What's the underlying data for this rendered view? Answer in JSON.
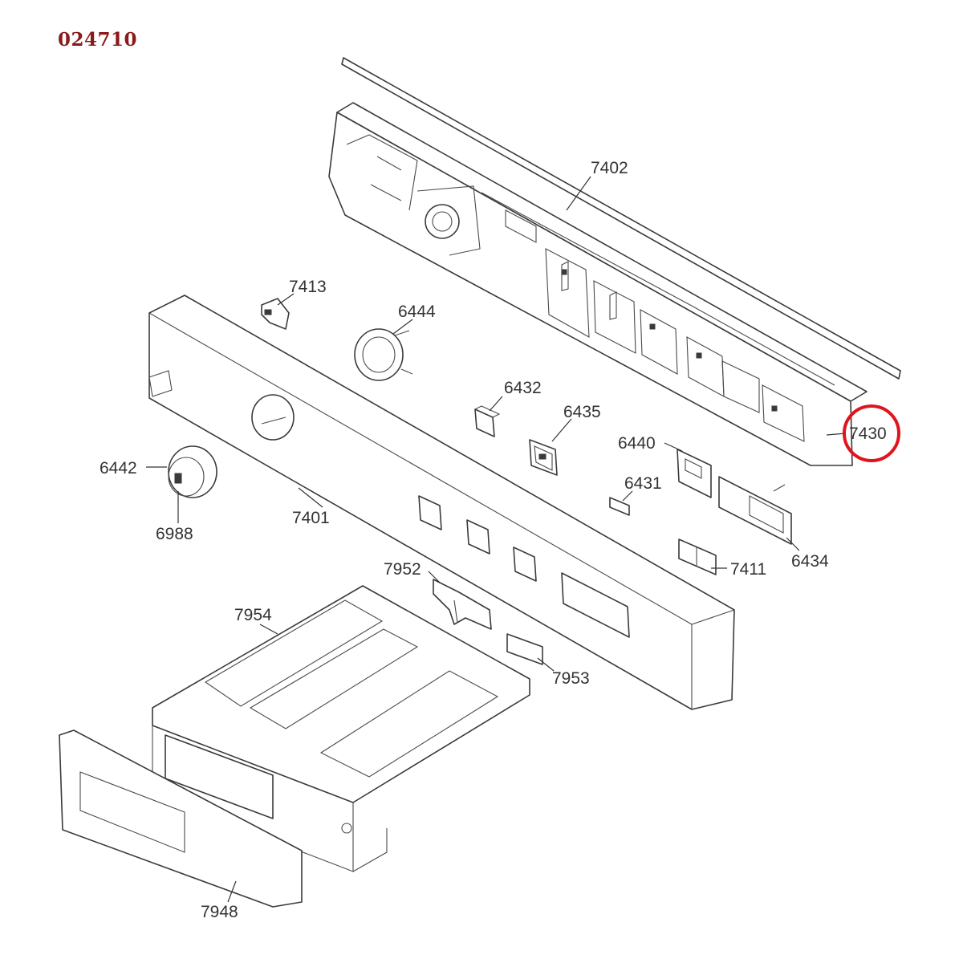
{
  "document": {
    "id": "024710"
  },
  "highlight": {
    "target": "7430",
    "color": "#e0141e"
  },
  "callouts": [
    {
      "id": "7402",
      "text": "7402"
    },
    {
      "id": "7413",
      "text": "7413"
    },
    {
      "id": "6444",
      "text": "6444"
    },
    {
      "id": "6432",
      "text": "6432"
    },
    {
      "id": "6435",
      "text": "6435"
    },
    {
      "id": "6440",
      "text": "6440"
    },
    {
      "id": "7430",
      "text": "7430"
    },
    {
      "id": "6442",
      "text": "6442"
    },
    {
      "id": "6431",
      "text": "6431"
    },
    {
      "id": "6988",
      "text": "6988"
    },
    {
      "id": "7401",
      "text": "7401"
    },
    {
      "id": "6434",
      "text": "6434"
    },
    {
      "id": "7952",
      "text": "7952"
    },
    {
      "id": "7411",
      "text": "7411"
    },
    {
      "id": "7954",
      "text": "7954"
    },
    {
      "id": "7953",
      "text": "7953"
    },
    {
      "id": "7948",
      "text": "7948"
    }
  ]
}
